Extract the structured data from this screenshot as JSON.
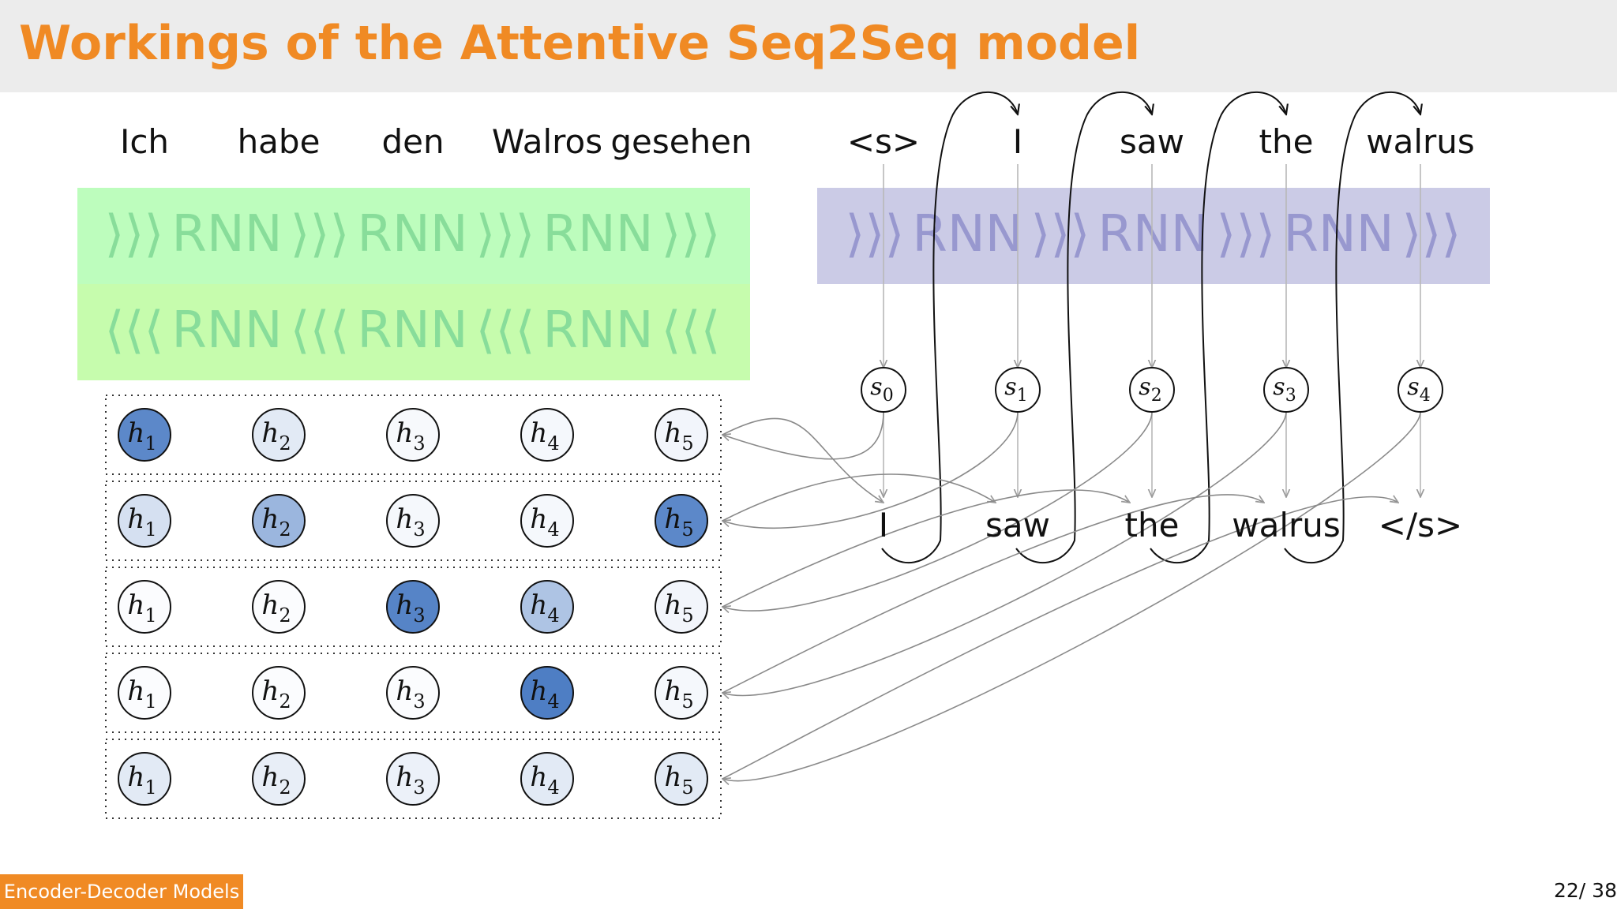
{
  "slide": {
    "title": "Workings of the Attentive Seq2Seq model",
    "footer_section": "Encoder-Decoder Models",
    "page_number": "22/ 38"
  },
  "source_words": [
    "Ich",
    "habe",
    "den",
    "Walros",
    "gesehen"
  ],
  "decoder_inputs": [
    "<s>",
    "I",
    "saw",
    "the",
    "walrus"
  ],
  "decoder_outputs": [
    "I",
    "saw",
    "the",
    "walrus",
    "</s>"
  ],
  "encoder": {
    "forward_rnn": [
      "⟩⟩⟩",
      "RNN",
      "⟩⟩⟩",
      "RNN",
      "⟩⟩⟩",
      "RNN",
      "⟩⟩⟩"
    ],
    "backward_rnn": [
      "⟨⟨⟨",
      "RNN",
      "⟨⟨⟨",
      "RNN",
      "⟨⟨⟨",
      "RNN",
      "⟨⟨⟨"
    ]
  },
  "decoder": {
    "forward_rnn": [
      "⟩⟩⟩",
      "RNN",
      "⟩⟩⟩",
      "RNN",
      "⟩⟩⟩",
      "RNN",
      "⟩⟩⟩"
    ]
  },
  "states": [
    {
      "base": "s",
      "sub": "0"
    },
    {
      "base": "s",
      "sub": "1"
    },
    {
      "base": "s",
      "sub": "2"
    },
    {
      "base": "s",
      "sub": "3"
    },
    {
      "base": "s",
      "sub": "4"
    }
  ],
  "hidden_labels": [
    {
      "base": "h",
      "sub": "1"
    },
    {
      "base": "h",
      "sub": "2"
    },
    {
      "base": "h",
      "sub": "3"
    },
    {
      "base": "h",
      "sub": "4"
    },
    {
      "base": "h",
      "sub": "5"
    }
  ],
  "attention_weights": [
    [
      0.85,
      0.15,
      0.04,
      0.05,
      0.07
    ],
    [
      0.22,
      0.52,
      0.05,
      0.05,
      0.85
    ],
    [
      0.02,
      0.02,
      0.88,
      0.42,
      0.07
    ],
    [
      0.02,
      0.02,
      0.02,
      0.92,
      0.05
    ],
    [
      0.15,
      0.12,
      0.1,
      0.15,
      0.15
    ]
  ],
  "colors": {
    "title": "#f08a24",
    "header_bg": "#ececec",
    "encoder_forward_bg": "#bdfdbd",
    "encoder_backward_bg": "#c6fcad",
    "encoder_text": "#88dd9a",
    "decoder_bg": "#cbcbe6",
    "decoder_text": "#9898cf",
    "attention_max": "#3f73bf",
    "footer_bg": "#f08a24"
  }
}
